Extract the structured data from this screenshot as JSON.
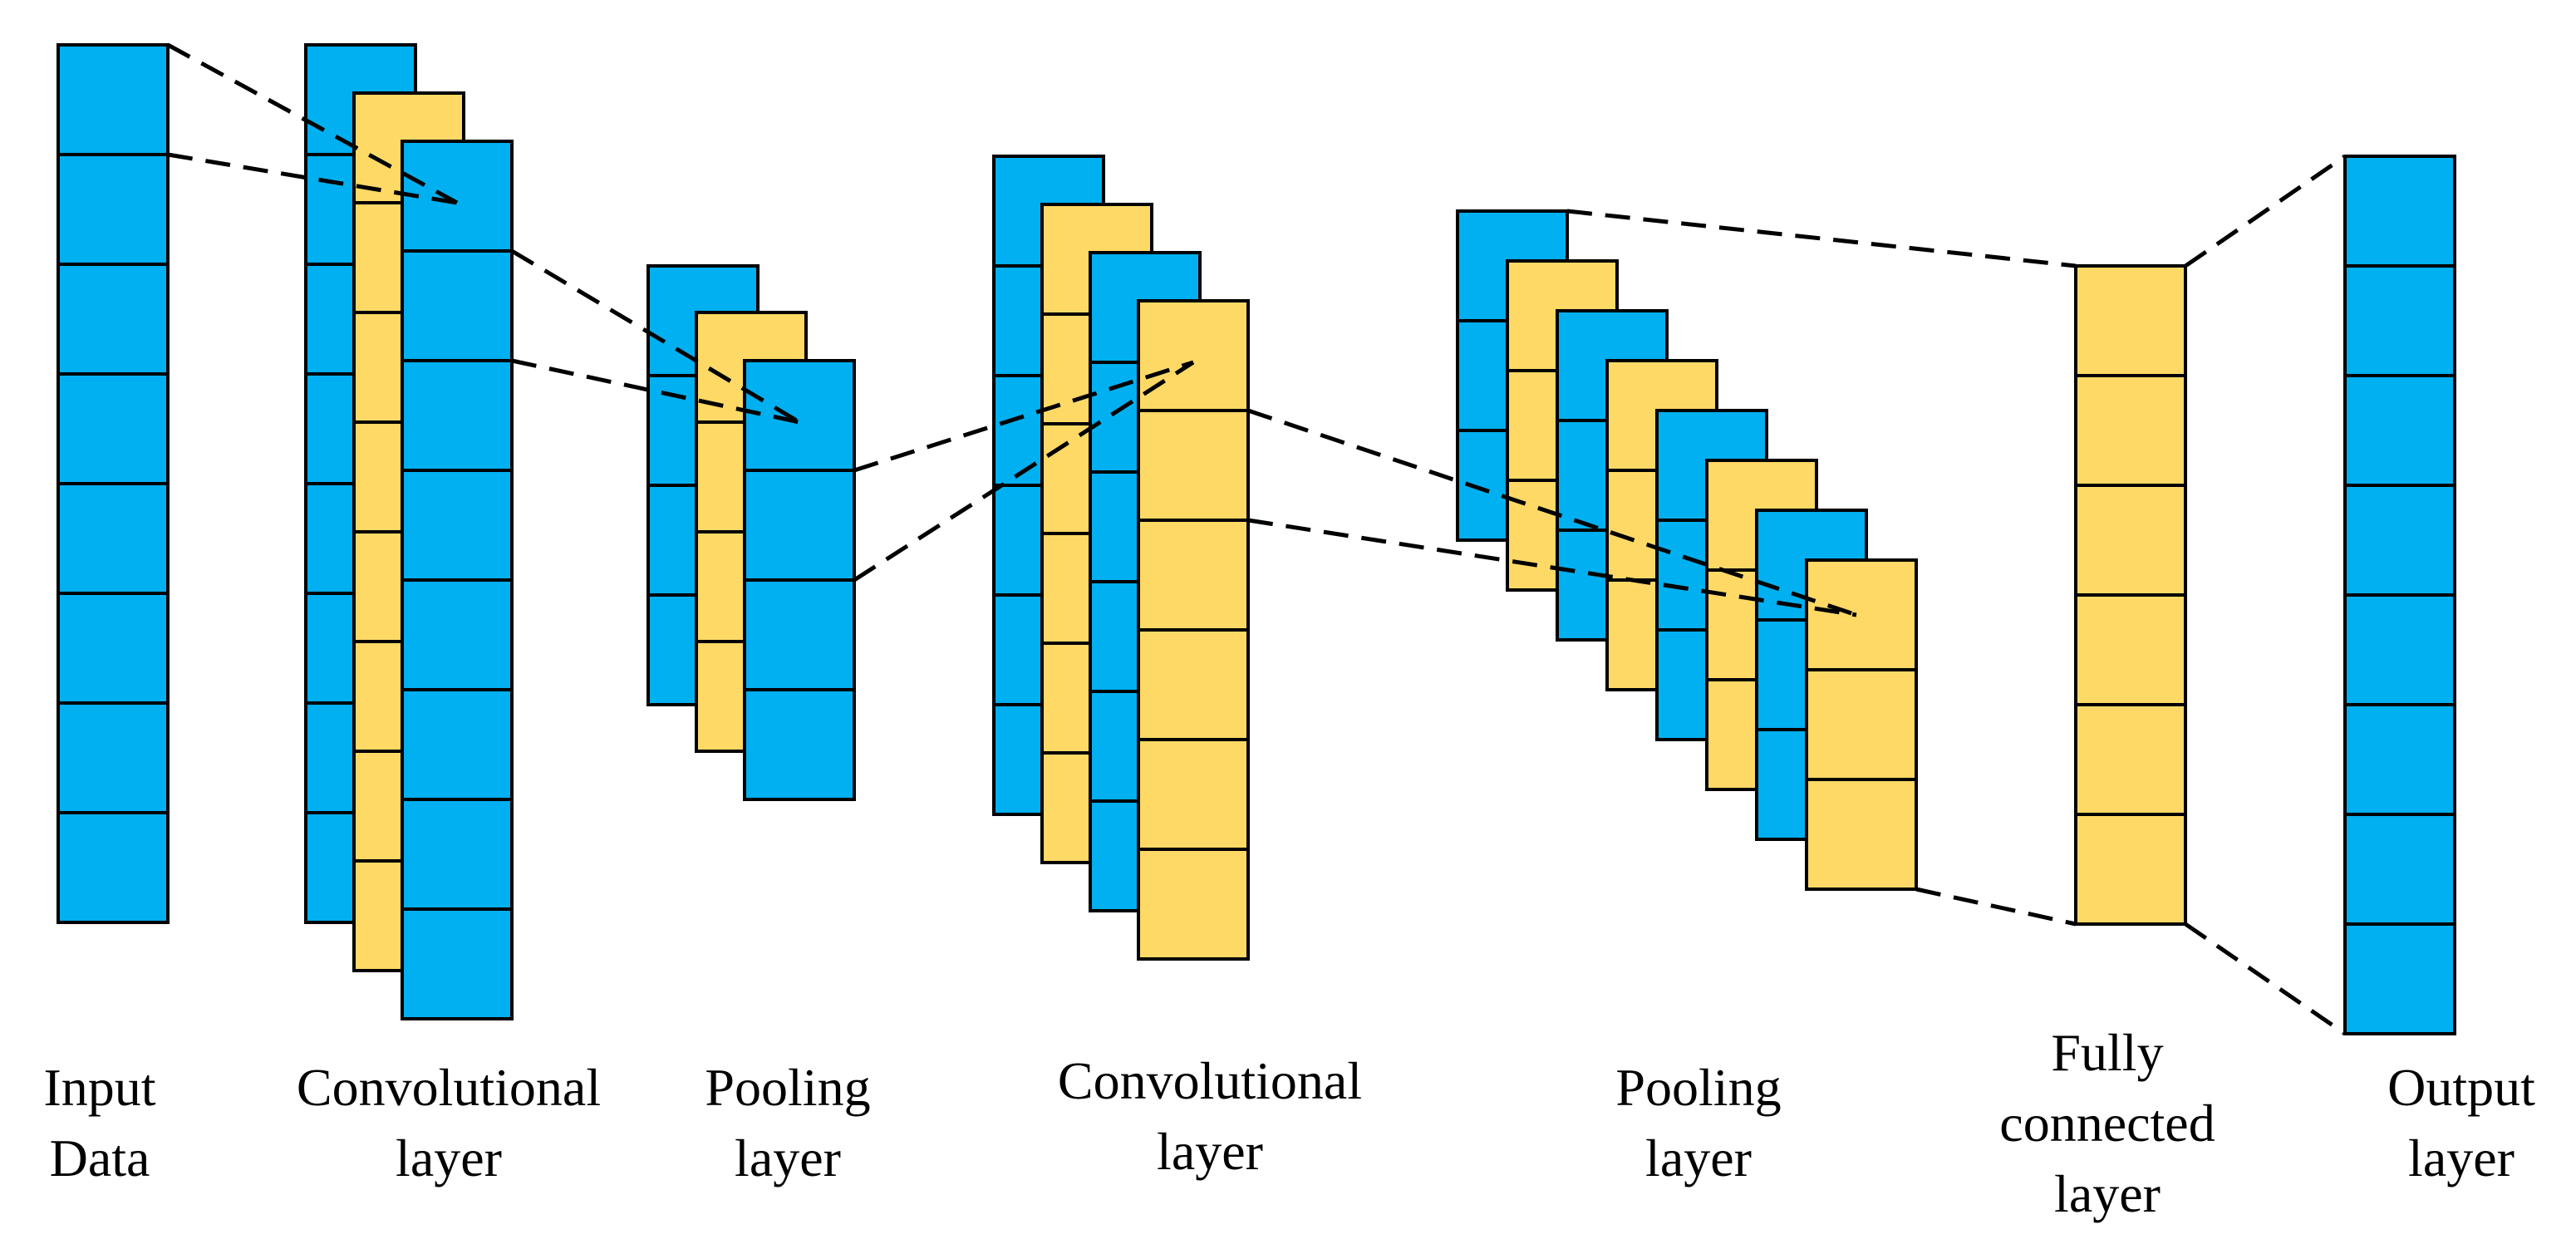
{
  "colors": {
    "blue": "#00B0F0",
    "yellow": "#FFD966",
    "stroke": "#000000",
    "background": "#FFFFFF"
  },
  "labels": {
    "input_data": {
      "line1": "Input",
      "line2": "Data"
    },
    "conv1": {
      "line1": "Convolutional",
      "line2": "layer"
    },
    "pool1": {
      "line1": "Pooling",
      "line2": "layer"
    },
    "conv2": {
      "line1": "Convolutional",
      "line2": "layer"
    },
    "pool2": {
      "line1": "Pooling",
      "line2": "layer"
    },
    "fully_connected": {
      "line1": "Fully",
      "line2": "connected",
      "line3": "layer"
    },
    "output": {
      "line1": "Output",
      "line2": "layer"
    }
  }
}
